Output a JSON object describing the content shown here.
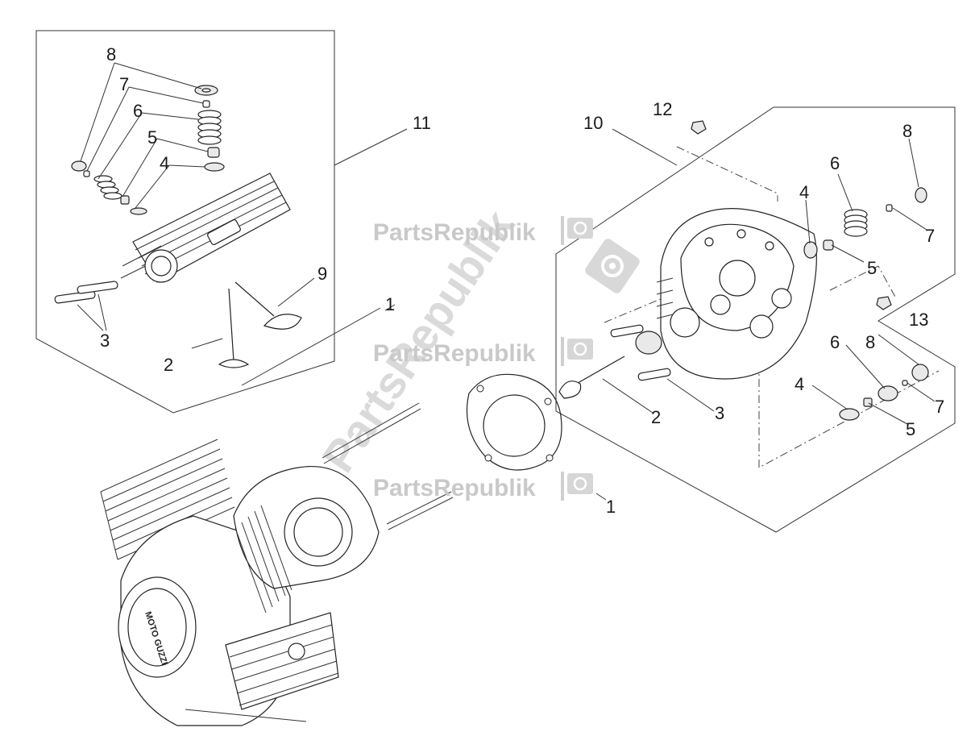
{
  "watermark": {
    "brand": "PartsRepublik",
    "diagonal": "PartsRepublik",
    "icon": "gear-flag-icon"
  },
  "callouts": {
    "left_group": {
      "c8": "8",
      "c7": "7",
      "c6": "6",
      "c5": "5",
      "c4": "4",
      "c3": "3",
      "c2": "2",
      "c9": "9",
      "c11": "11"
    },
    "center": {
      "c1_top": "1",
      "c1_bottom": "1"
    },
    "right_group": {
      "c10": "10",
      "c12": "12",
      "c13": "13",
      "c8_top": "8",
      "c6_top": "6",
      "c7_top": "7",
      "c4_top": "4",
      "c5_top": "5",
      "c8_bottom": "8",
      "c6_bottom": "6",
      "c7_bottom": "7",
      "c4_bottom": "4",
      "c5_bottom": "5",
      "c2": "2",
      "c3": "3"
    }
  },
  "engine_badge": "MOTO GUZZI",
  "colors": {
    "line": "#222222",
    "watermark": "#c9c9c9"
  }
}
